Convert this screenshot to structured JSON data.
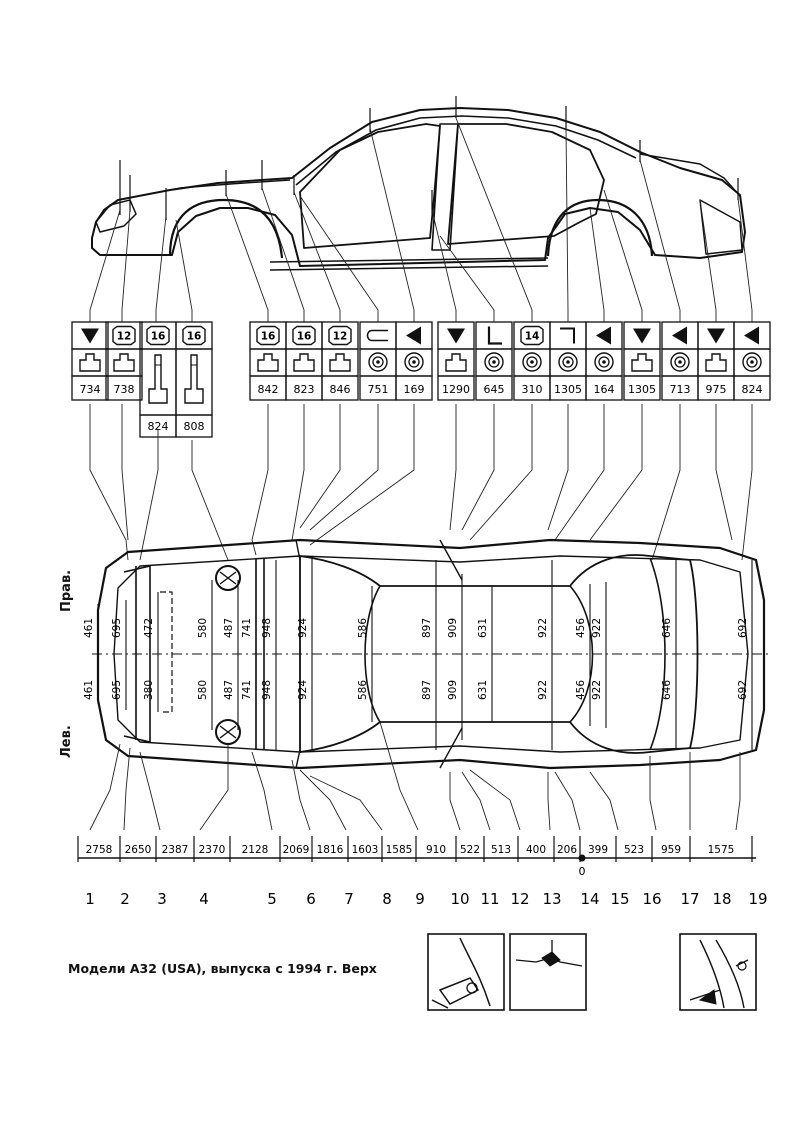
{
  "diagram": {
    "caption": "Модели А32 (USA), выпуска с 1994 г. Верх",
    "side_right": "Прав.",
    "side_left": "Лев."
  },
  "icon_table": {
    "columns": [
      {
        "symbol": "triangle-down",
        "tool": "stand",
        "value": "734"
      },
      {
        "symbol": "tag-12",
        "tool": "stand",
        "value": "738"
      },
      {
        "symbol": "tag-16",
        "tool": "tall-stand",
        "value": "824",
        "stacked": true
      },
      {
        "symbol": "tag-16",
        "tool": "tall-stand",
        "value": "808",
        "stacked": true
      },
      {
        "symbol": "tag-16",
        "tool": "stand",
        "value": "842"
      },
      {
        "symbol": "tag-16",
        "tool": "stand",
        "value": "823"
      },
      {
        "symbol": "tag-12",
        "tool": "stand",
        "value": "846"
      },
      {
        "symbol": "hook",
        "tool": "ring",
        "value": "751"
      },
      {
        "symbol": "triangle-left",
        "tool": "ring",
        "value": "169"
      },
      {
        "symbol": "triangle-down",
        "tool": "stand",
        "value": "1290"
      },
      {
        "symbol": "L",
        "tool": "ring",
        "value": "645"
      },
      {
        "symbol": "tag-14",
        "tool": "ring",
        "value": "310"
      },
      {
        "symbol": "corner",
        "tool": "ring",
        "value": "1305"
      },
      {
        "symbol": "triangle-left",
        "tool": "ring",
        "value": "164"
      },
      {
        "symbol": "triangle-down",
        "tool": "stand",
        "value": "1305"
      },
      {
        "symbol": "triangle-left",
        "tool": "ring",
        "value": "713"
      },
      {
        "symbol": "triangle-down",
        "tool": "stand",
        "value": "975"
      },
      {
        "symbol": "triangle-left",
        "tool": "ring",
        "value": "824"
      }
    ]
  },
  "width_dimensions": {
    "right_side": [
      "461",
      "695",
      "472",
      "580",
      "487",
      "741",
      "948",
      "924",
      "586",
      "897",
      "909",
      "631",
      "922",
      "456",
      "922",
      "646",
      "692"
    ],
    "left_side": [
      "461",
      "695",
      "380",
      "580",
      "487",
      "741",
      "948",
      "924",
      "586",
      "897",
      "909",
      "631",
      "922",
      "456",
      "922",
      "646",
      "692"
    ]
  },
  "bottom_dimensions": [
    "2758",
    "2650",
    "2387",
    "2370",
    "2128",
    "2069",
    "1816",
    "1603",
    "1585",
    "910",
    "522",
    "513",
    "400",
    "206",
    "399",
    "523",
    "959",
    "1575"
  ],
  "zero_mark": "0",
  "point_numbers": [
    "1",
    "2",
    "3",
    "4",
    "5",
    "6",
    "7",
    "8",
    "9",
    "10",
    "11",
    "12",
    "13",
    "14",
    "15",
    "16",
    "17",
    "18",
    "19"
  ]
}
